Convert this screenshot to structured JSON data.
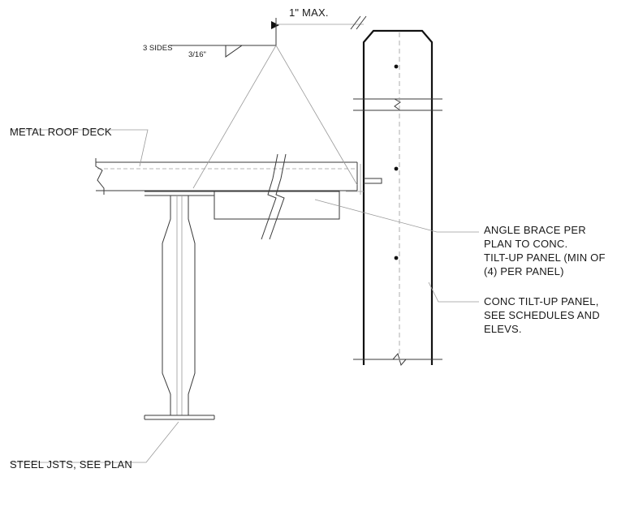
{
  "weld_symbol": {
    "sides": "3 SIDES",
    "size": "3/16\"",
    "dimension": "1\" MAX."
  },
  "callouts": {
    "metal_roof_deck": "METAL ROOF DECK",
    "angle_brace": [
      "ANGLE BRACE PER",
      "PLAN TO CONC.",
      "TILT-UP PANEL (MIN OF",
      "(4) PER PANEL)"
    ],
    "tilt_up_panel": [
      "CONC TILT-UP PANEL,",
      "SEE SCHEDULES AND",
      "ELEVS."
    ],
    "steel_joists": "STEEL JSTS, SEE PLAN"
  }
}
